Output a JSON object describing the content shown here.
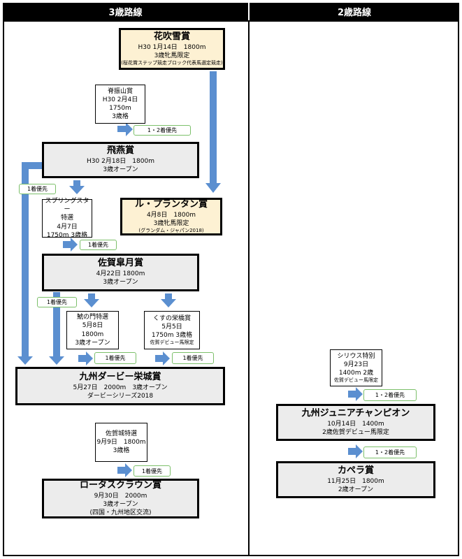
{
  "headers": {
    "left": "3歳路線",
    "right": "2歳路線"
  },
  "colors": {
    "arrow": "#5b8fd0",
    "tag_border": "#7cc06a",
    "major_fill": "#ececec",
    "local_fill": "#fdf1d3"
  },
  "left": {
    "hanafubuki": {
      "title": "花吹雪賞",
      "line1": "H30 1月14日　1800m",
      "line2": "3歳牝馬限定",
      "note": "(桜花賞ステップ競走ブロック代表馬選定競走)"
    },
    "sefuri": {
      "title": "脊振山賞",
      "line1": "H30 2月4日",
      "line2": "1750m",
      "line3": "3歳格"
    },
    "tag_12_a": "1・2着優先",
    "hien": {
      "title": "飛燕賞",
      "line1": "H30 2月18日　1800m",
      "line2": "3歳オープン"
    },
    "tag_1_hien": "1着優先",
    "spring_star": {
      "line1": "スプリングスター",
      "line2": "特選",
      "line3": "4月7日",
      "line4": "1750m 3歳格"
    },
    "printemps": {
      "title": "ル・プランタン賞",
      "line1": "4月8日　1800m",
      "line2": "3歳牝馬限定",
      "note": "(グランダム・ジャパン2018)"
    },
    "tag_1_spring": "1着優先",
    "satsuki": {
      "title": "佐賀皐月賞",
      "line1": "4月22日 1800m",
      "line2": "3歳オープン"
    },
    "tag_1_satsuki": "1着優先",
    "shachi": {
      "line1": "鯱の門特選",
      "line2": "5月8日",
      "line3": "1800m",
      "line4": "3歳オープン"
    },
    "kusu": {
      "line1": "くすの栄橋賞",
      "line2": "5月5日",
      "line3": "1750m 3歳格",
      "note": "佐賀デビュー馬限定"
    },
    "tag_1_shachi": "1着優先",
    "tag_1_kusu": "1着優先",
    "derby": {
      "title": "九州ダービー栄城賞",
      "line1": "5月27日　2000m　3歳オープン",
      "line2": "ダービーシリーズ2018"
    },
    "sagajo": {
      "line1": "佐賀城特選",
      "line2": "9月9日　1800m",
      "line3": "3歳格"
    },
    "tag_1_sagajo": "1着優先",
    "lotus": {
      "title": "ロータスクラウン賞",
      "line1": "9月30日　2000m",
      "line2": "3歳オープン",
      "note": "(四国・九州地区交流)"
    }
  },
  "right": {
    "sirius": {
      "line1": "シリウス特別",
      "line2": "9月23日",
      "line3": "1400m 2歳",
      "note": "佐賀デビュー馬限定"
    },
    "tag_12_sirius": "1・2着優先",
    "junior": {
      "title": "九州ジュニアチャンピオン",
      "line1": "10月14日　1400m",
      "line2": "2歳佐賀デビュー馬限定"
    },
    "tag_12_junior": "1・2着優先",
    "capella": {
      "title": "カペラ賞",
      "line1": "11月25日　1800m",
      "line2": "2歳オープン"
    }
  }
}
